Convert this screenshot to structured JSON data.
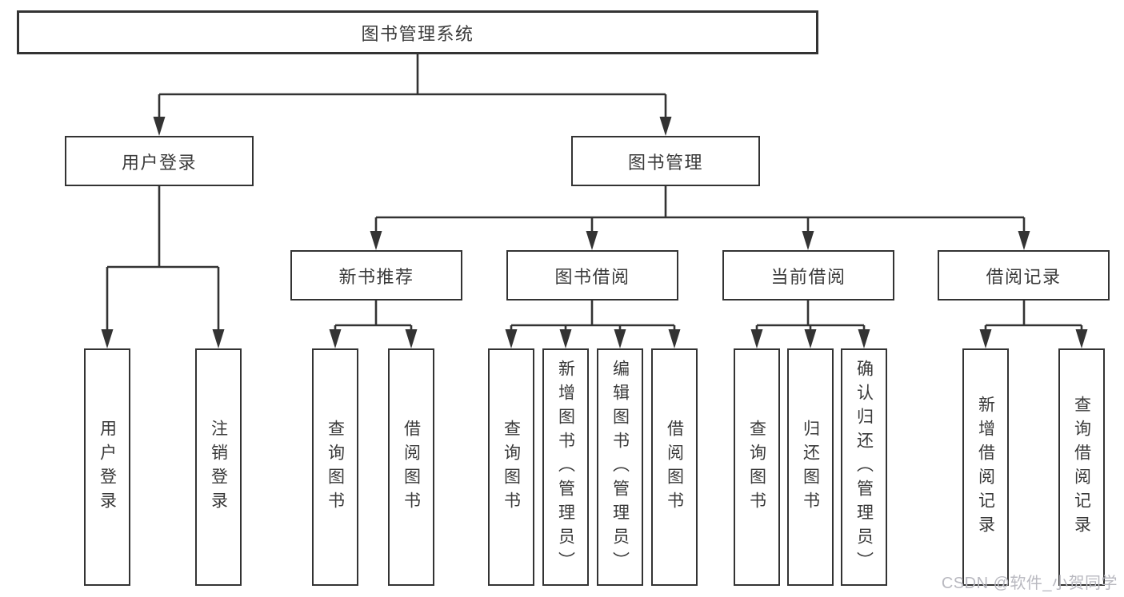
{
  "diagram": {
    "title": "图书管理系统",
    "level1": {
      "user_login": "用户登录",
      "book_mgmt": "图书管理"
    },
    "level2": {
      "new_books": "新书推荐",
      "book_borrow": "图书借阅",
      "current_borrow": "当前借阅",
      "borrow_records": "借阅记录"
    },
    "leaves": {
      "user_login": [
        "用户登录",
        "注销登录"
      ],
      "new_books": [
        "查询图书",
        "借阅图书"
      ],
      "book_borrow": [
        "查询图书",
        "新增图书（管理员）",
        "编辑图书（管理员）",
        "借阅图书"
      ],
      "current_borrow": [
        "查询图书",
        "归还图书",
        "确认归还（管理员）"
      ],
      "borrow_records": [
        "新增借阅记录",
        "查询借阅记录"
      ]
    },
    "colors": {
      "line": "#333333",
      "text": "#3a3a3a",
      "box_background": "#ffffff"
    }
  },
  "watermark": {
    "text": "CSDN @软件_小贺同学",
    "color": "#b9b9c0"
  }
}
